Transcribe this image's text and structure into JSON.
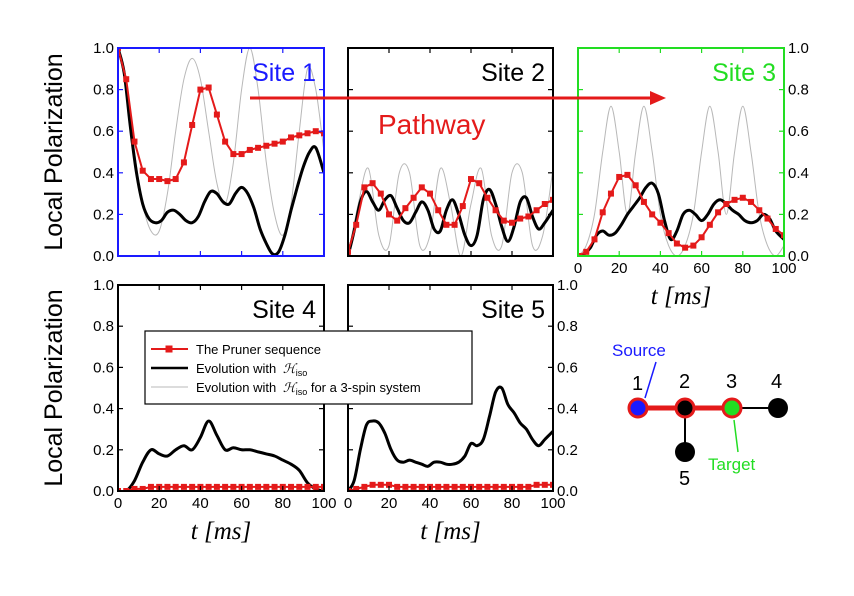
{
  "chart_data": {
    "type": "line",
    "x_unit_label": "t [ms]",
    "y_label": "Local Polarization",
    "xlim": [
      0,
      100
    ],
    "ylim": [
      0,
      1.0
    ],
    "x_ticks": [
      0,
      20,
      40,
      60,
      80,
      100
    ],
    "y_ticks": [
      0.0,
      0.2,
      0.4,
      0.6,
      0.8,
      1.0
    ],
    "colors": {
      "pruner": "#e41a1a",
      "iso": "#000000",
      "three_spin": "#b8b8b8",
      "site1": "#1a1aff",
      "site3": "#22dd22",
      "site_default": "#000000"
    },
    "legend": {
      "items": [
        {
          "key": "pruner",
          "label": "The Pruner sequence"
        },
        {
          "key": "iso",
          "label": "Evolution with",
          "symbol": "ℋ",
          "sub": "iso",
          "suffix": ""
        },
        {
          "key": "three_spin",
          "label": "Evolution with",
          "symbol": "ℋ",
          "sub": "iso",
          "suffix": " for a 3-spin system"
        }
      ]
    },
    "annotation": {
      "pathway_label": "Pathway"
    },
    "panels": [
      {
        "site": "Site 1",
        "frame_color": "#1a1aff",
        "series": [
          {
            "name": "The Pruner sequence",
            "x": [
              0,
              4,
              8,
              12,
              16,
              20,
              24,
              28,
              32,
              36,
              40,
              44,
              48,
              52,
              56,
              60,
              64,
              68,
              72,
              76,
              80,
              84,
              88,
              92,
              96,
              100
            ],
            "y": [
              1.0,
              0.85,
              0.55,
              0.41,
              0.37,
              0.37,
              0.36,
              0.37,
              0.45,
              0.63,
              0.8,
              0.81,
              0.68,
              0.55,
              0.49,
              0.49,
              0.51,
              0.52,
              0.53,
              0.54,
              0.55,
              0.57,
              0.58,
              0.59,
              0.6,
              0.59
            ]
          },
          {
            "name": "Evolution with H_iso",
            "x": [
              0,
              3,
              6,
              9,
              12,
              15,
              18,
              21,
              24,
              27,
              30,
              33,
              36,
              39,
              42,
              45,
              48,
              51,
              54,
              57,
              60,
              63,
              66,
              69,
              72,
              75,
              78,
              81,
              84,
              87,
              90,
              93,
              96,
              100
            ],
            "y": [
              1.0,
              0.88,
              0.62,
              0.4,
              0.25,
              0.18,
              0.16,
              0.17,
              0.21,
              0.22,
              0.2,
              0.17,
              0.16,
              0.19,
              0.26,
              0.31,
              0.3,
              0.26,
              0.25,
              0.3,
              0.33,
              0.3,
              0.23,
              0.13,
              0.06,
              0.01,
              0.02,
              0.1,
              0.22,
              0.33,
              0.43,
              0.5,
              0.52,
              0.4
            ]
          },
          {
            "name": "Evolution with H_iso for a 3-spin system",
            "x": [
              0,
              4,
              8,
              12,
              16,
              20,
              24,
              28,
              32,
              36,
              40,
              44,
              48,
              52,
              56,
              60,
              64,
              68,
              72,
              76,
              80,
              84,
              88,
              92,
              96,
              100
            ],
            "y": [
              1.0,
              0.8,
              0.5,
              0.25,
              0.12,
              0.12,
              0.3,
              0.6,
              0.85,
              0.95,
              0.85,
              0.6,
              0.35,
              0.25,
              0.45,
              0.8,
              1.0,
              0.8,
              0.45,
              0.2,
              0.1,
              0.25,
              0.6,
              0.9,
              0.8,
              0.5
            ]
          }
        ]
      },
      {
        "site": "Site 2",
        "frame_color": "#000000",
        "series": [
          {
            "name": "The Pruner sequence",
            "x": [
              0,
              4,
              8,
              12,
              16,
              20,
              24,
              28,
              32,
              36,
              40,
              44,
              48,
              52,
              56,
              60,
              64,
              68,
              72,
              76,
              80,
              84,
              88,
              92,
              96,
              100
            ],
            "y": [
              0.02,
              0.15,
              0.33,
              0.35,
              0.3,
              0.2,
              0.17,
              0.23,
              0.28,
              0.33,
              0.3,
              0.22,
              0.15,
              0.15,
              0.24,
              0.37,
              0.35,
              0.28,
              0.22,
              0.17,
              0.16,
              0.18,
              0.19,
              0.22,
              0.25,
              0.27
            ]
          },
          {
            "name": "Evolution with H_iso",
            "x": [
              0,
              3,
              6,
              9,
              12,
              15,
              18,
              21,
              24,
              27,
              30,
              33,
              36,
              39,
              42,
              45,
              48,
              51,
              54,
              57,
              60,
              63,
              66,
              69,
              72,
              75,
              78,
              81,
              84,
              87,
              90,
              93,
              96,
              100
            ],
            "y": [
              0.0,
              0.12,
              0.26,
              0.31,
              0.26,
              0.22,
              0.27,
              0.29,
              0.23,
              0.17,
              0.16,
              0.21,
              0.26,
              0.22,
              0.13,
              0.12,
              0.22,
              0.27,
              0.2,
              0.1,
              0.05,
              0.1,
              0.27,
              0.32,
              0.25,
              0.14,
              0.07,
              0.14,
              0.26,
              0.28,
              0.19,
              0.13,
              0.16,
              0.22
            ]
          },
          {
            "name": "Evolution with H_iso for a 3-spin system",
            "x": [
              0,
              5,
              10,
              15,
              20,
              25,
              30,
              35,
              40,
              45,
              50,
              55,
              60,
              65,
              70,
              75,
              80,
              85,
              90,
              95,
              100
            ],
            "y": [
              0.0,
              0.25,
              0.42,
              0.1,
              0.05,
              0.4,
              0.4,
              0.05,
              0.1,
              0.42,
              0.25,
              0.0,
              0.25,
              0.42,
              0.1,
              0.05,
              0.4,
              0.4,
              0.05,
              0.1,
              0.42
            ]
          }
        ]
      },
      {
        "site": "Site 3",
        "frame_color": "#22dd22",
        "series": [
          {
            "name": "The Pruner sequence",
            "x": [
              0,
              4,
              8,
              12,
              16,
              20,
              24,
              28,
              32,
              36,
              40,
              44,
              48,
              52,
              56,
              60,
              64,
              68,
              72,
              76,
              80,
              84,
              88,
              92,
              96,
              100
            ],
            "y": [
              0.0,
              0.02,
              0.08,
              0.21,
              0.3,
              0.38,
              0.39,
              0.34,
              0.26,
              0.2,
              0.16,
              0.11,
              0.06,
              0.04,
              0.05,
              0.09,
              0.15,
              0.21,
              0.25,
              0.27,
              0.28,
              0.26,
              0.22,
              0.18,
              0.13,
              0.1
            ]
          },
          {
            "name": "Evolution with H_iso",
            "x": [
              0,
              3,
              6,
              9,
              12,
              15,
              18,
              21,
              24,
              27,
              30,
              33,
              36,
              39,
              42,
              45,
              48,
              51,
              54,
              57,
              60,
              63,
              66,
              69,
              72,
              75,
              78,
              81,
              84,
              87,
              90,
              93,
              96,
              100
            ],
            "y": [
              0.0,
              0.01,
              0.04,
              0.1,
              0.12,
              0.1,
              0.11,
              0.15,
              0.2,
              0.24,
              0.28,
              0.33,
              0.35,
              0.3,
              0.17,
              0.08,
              0.12,
              0.2,
              0.22,
              0.2,
              0.17,
              0.2,
              0.25,
              0.27,
              0.25,
              0.22,
              0.2,
              0.17,
              0.16,
              0.17,
              0.2,
              0.18,
              0.12,
              0.08
            ]
          },
          {
            "name": "Evolution with H_iso for a 3-spin system",
            "x": [
              0,
              4,
              8,
              12,
              16,
              20,
              24,
              28,
              32,
              36,
              40,
              44,
              48,
              52,
              56,
              60,
              64,
              68,
              72,
              76,
              80,
              84,
              88,
              92,
              96,
              100
            ],
            "y": [
              0.0,
              0.05,
              0.2,
              0.5,
              0.72,
              0.5,
              0.2,
              0.5,
              0.72,
              0.5,
              0.2,
              0.05,
              0.0,
              0.05,
              0.2,
              0.5,
              0.72,
              0.5,
              0.2,
              0.5,
              0.72,
              0.5,
              0.2,
              0.05,
              0.0,
              0.05
            ]
          }
        ]
      },
      {
        "site": "Site 4",
        "frame_color": "#000000",
        "series": [
          {
            "name": "The Pruner sequence",
            "x": [
              0,
              4,
              8,
              12,
              16,
              20,
              24,
              28,
              32,
              36,
              40,
              44,
              48,
              52,
              56,
              60,
              64,
              68,
              72,
              76,
              80,
              84,
              88,
              92,
              96,
              100
            ],
            "y": [
              0.0,
              0.0,
              0.01,
              0.01,
              0.02,
              0.02,
              0.02,
              0.02,
              0.02,
              0.02,
              0.02,
              0.02,
              0.02,
              0.02,
              0.02,
              0.02,
              0.02,
              0.02,
              0.02,
              0.02,
              0.02,
              0.02,
              0.02,
              0.02,
              0.02,
              0.02
            ]
          },
          {
            "name": "Evolution with H_iso",
            "x": [
              0,
              4,
              8,
              12,
              16,
              20,
              24,
              28,
              32,
              36,
              40,
              44,
              48,
              52,
              56,
              60,
              64,
              68,
              72,
              76,
              80,
              84,
              88,
              92,
              96,
              100
            ],
            "y": [
              0.0,
              0.0,
              0.05,
              0.14,
              0.2,
              0.18,
              0.17,
              0.2,
              0.22,
              0.2,
              0.26,
              0.34,
              0.27,
              0.2,
              0.21,
              0.2,
              0.2,
              0.19,
              0.18,
              0.17,
              0.15,
              0.13,
              0.1,
              0.04,
              0.01,
              0.0
            ]
          }
        ]
      },
      {
        "site": "Site 5",
        "frame_color": "#000000",
        "series": [
          {
            "name": "The Pruner sequence",
            "x": [
              0,
              4,
              8,
              12,
              16,
              20,
              24,
              28,
              32,
              36,
              40,
              44,
              48,
              52,
              56,
              60,
              64,
              68,
              72,
              76,
              80,
              84,
              88,
              92,
              96,
              100
            ],
            "y": [
              0.0,
              0.01,
              0.02,
              0.03,
              0.03,
              0.03,
              0.02,
              0.02,
              0.02,
              0.02,
              0.02,
              0.02,
              0.02,
              0.02,
              0.02,
              0.02,
              0.02,
              0.02,
              0.02,
              0.02,
              0.02,
              0.02,
              0.02,
              0.03,
              0.03,
              0.03
            ]
          },
          {
            "name": "Evolution with H_iso",
            "x": [
              0,
              3,
              6,
              9,
              12,
              15,
              18,
              21,
              24,
              27,
              30,
              33,
              36,
              39,
              42,
              45,
              48,
              51,
              54,
              57,
              60,
              63,
              66,
              69,
              72,
              75,
              78,
              81,
              84,
              87,
              90,
              93,
              96,
              100
            ],
            "y": [
              0.0,
              0.05,
              0.2,
              0.32,
              0.34,
              0.33,
              0.28,
              0.2,
              0.15,
              0.14,
              0.15,
              0.14,
              0.13,
              0.12,
              0.14,
              0.14,
              0.13,
              0.13,
              0.14,
              0.17,
              0.23,
              0.22,
              0.25,
              0.36,
              0.48,
              0.5,
              0.42,
              0.38,
              0.33,
              0.3,
              0.25,
              0.22,
              0.25,
              0.29
            ]
          }
        ]
      }
    ]
  },
  "network": {
    "source_label": "Source",
    "target_label": "Target",
    "nodes": [
      {
        "label": "1",
        "fill": "#1a1aff",
        "ring": "#e41a1a"
      },
      {
        "label": "2",
        "fill": "#000000",
        "ring": "#e41a1a"
      },
      {
        "label": "3",
        "fill": "#22dd22",
        "ring": "#e41a1a"
      },
      {
        "label": "4",
        "fill": "#000000",
        "ring": "none"
      },
      {
        "label": "5",
        "fill": "#000000",
        "ring": "none"
      }
    ],
    "path_color": "#e41a1a",
    "source_color": "#1a1aff",
    "target_color": "#22dd22"
  }
}
